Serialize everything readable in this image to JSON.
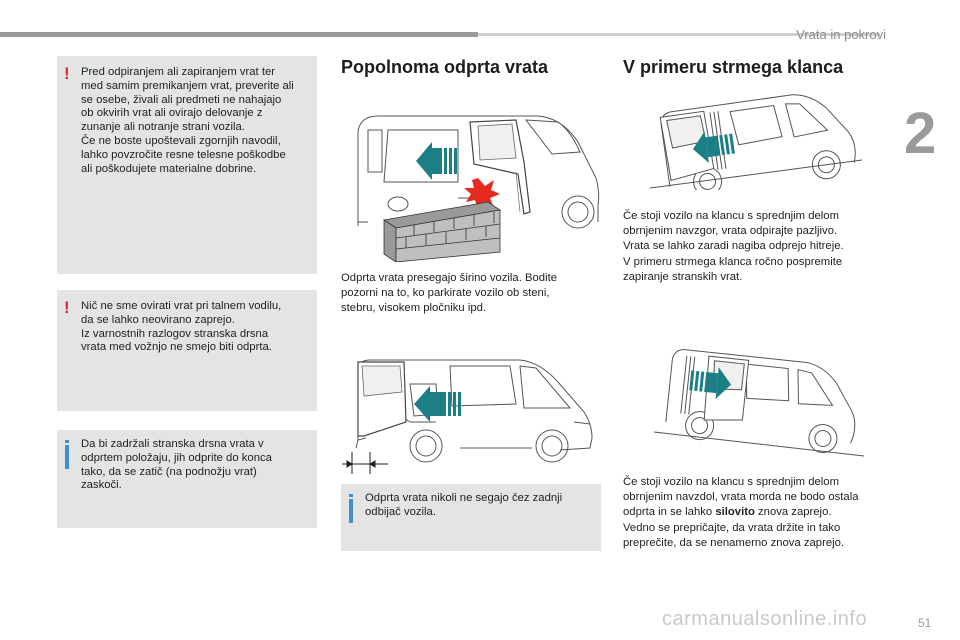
{
  "header": {
    "section": "Vrata in pokrovi",
    "chapter": "2"
  },
  "footer": {
    "page": "51",
    "watermark": "carmanualsonline.info"
  },
  "warnings": {
    "w1": [
      "Pred odpiranjem ali zapiranjem vrat ter",
      "med samim premikanjem vrat, preverite ali",
      "se osebe, živali ali predmeti ne nahajajo",
      "ob okvirih vrat ali ovirajo delovanje z",
      "zunanje ali notranje strani vozila.",
      "Če ne boste upoštevali zgornjih navodil,",
      "lahko povzročite resne telesne poškodbe",
      "ali poškodujete materialne dobrine."
    ],
    "w2": [
      "Nič ne sme ovirati vrat pri talnem vodilu,",
      "da se lahko neovirano zaprejo.",
      "Iz varnostnih razlogov stranska drsna",
      "vrata med vožnjo ne smejo biti odprta."
    ]
  },
  "infos": {
    "i1": [
      "Da bi zadržali stranska drsna vrata v",
      "odprtem položaju, jih odprite do konca",
      "tako, da se zatič (na podnožju vrat)",
      "zaskoči."
    ],
    "i2": [
      "Odprta vrata nikoli ne segajo čez zadnji",
      "odbijač vozila."
    ]
  },
  "middle": {
    "title": "Popolnoma odprta vrata",
    "para": [
      "Odprta vrata presegajo širino vozila. Bodite",
      "pozorni na to, ko parkirate vozilo ob steni,",
      "stebru, visokem pločniku ipd."
    ]
  },
  "right": {
    "title": "V primeru strmega klanca",
    "para1": [
      "Če stoji vozilo na klancu s sprednjim delom",
      "obrnjenim navzgor, vrata odpirajte pazljivo.",
      "Vrata se lahko zaradi nagiba odprejo hitreje.",
      "V primeru strmega klanca ročno pospremite",
      "zapiranje stranskih vrat."
    ],
    "para2": {
      "line1": "Če stoji vozilo na klancu s sprednjim delom",
      "line2": "obrnjenim navzdol, vrata morda ne bodo ostala",
      "line3_pre": "odprta in se lahko ",
      "line3_bold": "silovito",
      "line3_post": " znova zaprejo.",
      "line4": "Vedno se prepričajte, da vrata držite in tako",
      "line5": "preprečite, da se nenamerno znova zaprejo."
    }
  },
  "colors": {
    "warning": "#d9262e",
    "info": "#3f8fd2",
    "arrow": "#1d7f86",
    "impact": "#e52a1f",
    "box": "#e4e4e4"
  }
}
